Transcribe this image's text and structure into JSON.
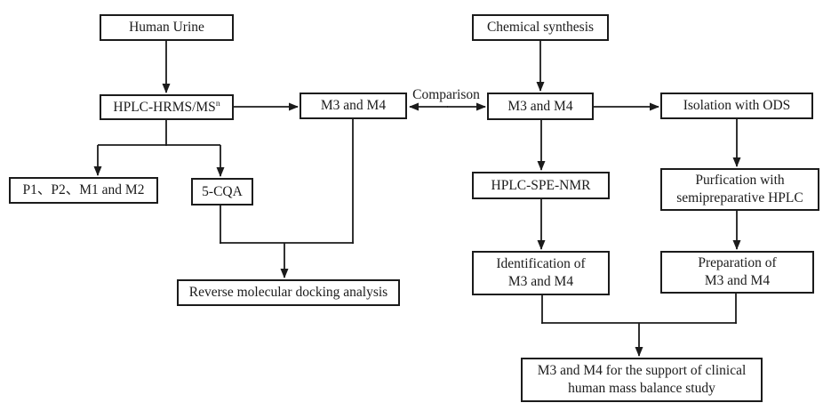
{
  "nodes": {
    "human_urine": {
      "label": "Human Urine"
    },
    "hplc_hrms": {
      "label": "HPLC-HRMS/MS",
      "sup": "n"
    },
    "m3_m4_left": {
      "label": "M3 and M4"
    },
    "chemical_synthesis": {
      "label": "Chemical synthesis"
    },
    "m3_m4_right": {
      "label": "M3 and M4"
    },
    "isolation_ods": {
      "label": "Isolation with ODS"
    },
    "p1_p2_m1_m2": {
      "label": "P1、P2、M1 and M2"
    },
    "five_cqa": {
      "label": "5-CQA"
    },
    "hplc_spe_nmr": {
      "label": "HPLC-SPE-NMR"
    },
    "purification_hplc": {
      "line1": "Purfication with",
      "line2": "semipreparative HPLC"
    },
    "identification": {
      "line1": "Identification of",
      "line2": "M3 and M4"
    },
    "preparation": {
      "line1": "Preparation of",
      "line2": "M3 and M4"
    },
    "reverse_docking": {
      "label": "Reverse molecular docking analysis"
    },
    "final_support": {
      "line1": "M3 and M4 for the support of clinical",
      "line2": "human mass balance study"
    }
  },
  "edge_labels": {
    "comparison": "Comparison"
  },
  "colors": {
    "background": "#ffffff",
    "line": "#1b1b1b",
    "box_border": "#1b1b1b",
    "text": "#1b1b1b"
  }
}
